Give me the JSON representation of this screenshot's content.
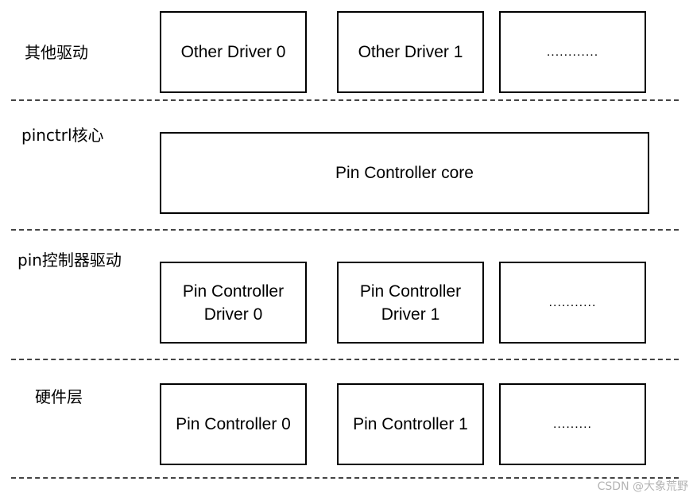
{
  "layers": [
    {
      "label": "其他驱动",
      "boxes": [
        "Other Driver 0",
        "Other Driver 1",
        "............"
      ]
    },
    {
      "label": "pinctrl核心",
      "boxes": [
        "Pin Controller core"
      ]
    },
    {
      "label": "pin控制器驱动",
      "boxes": [
        "Pin Controller\nDriver 0",
        "Pin Controller\nDriver 1",
        "..........."
      ]
    },
    {
      "label": "硬件层",
      "boxes": [
        "Pin Controller 0",
        "Pin Controller 1",
        "........."
      ]
    }
  ],
  "watermark": "CSDN @大象荒野"
}
